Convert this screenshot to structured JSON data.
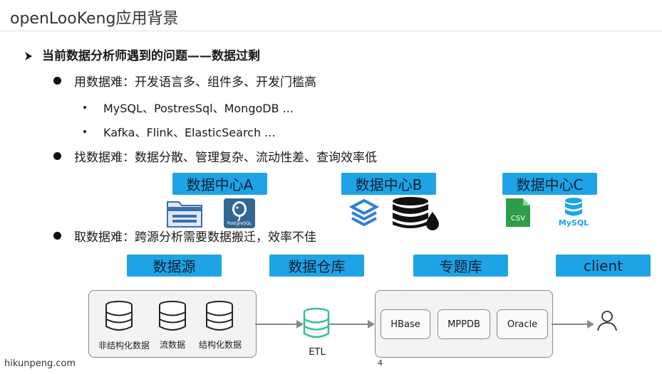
{
  "title": "openLooKeng应用背景",
  "heading": "当前数据分析师遇到的问题——数据过剩",
  "bullets": [
    "用数据难：开发语言多、组件多、开发门槛高",
    "找数据难：数据分散、管理复杂、流动性差、查询效率低",
    "取数据难：跨源分析需要数据搬迁，效率不佳"
  ],
  "sub_bullets": [
    "MySQL、PostresSql、MongoDB ...",
    "Kafka、Flink、ElasticSearch ..."
  ],
  "data_centers": [
    "数据中心A",
    "数据中心B",
    "数据中心C"
  ],
  "center_icons": {
    "a": [
      "folder-icon",
      "postgresql-icon"
    ],
    "b": [
      "layers-icon",
      "database-drop-icon"
    ],
    "c": [
      "csv-file-icon",
      "mysql-icon"
    ]
  },
  "postgres_label": "PostgreSQL",
  "csv_label": "CSV",
  "mysql_label": "MySQL",
  "pipeline_labels": [
    "数据源",
    "数据仓库",
    "专题库",
    "client"
  ],
  "sources": [
    "非结构化数据",
    "流数据",
    "结构化数据"
  ],
  "etl_label": "ETL",
  "stores": [
    "HBase",
    "MPPDB",
    "Oracle"
  ],
  "footer": "hikunpeng.com",
  "page_number": "4",
  "colors": {
    "label_bg": "#1ea4e6",
    "etl_green": "#3bbf8f",
    "pg_blue": "#336791",
    "layers_blue": "#2f7fd8",
    "csv_green": "#2e9e48",
    "mysql_blue": "#1aa6e8"
  }
}
